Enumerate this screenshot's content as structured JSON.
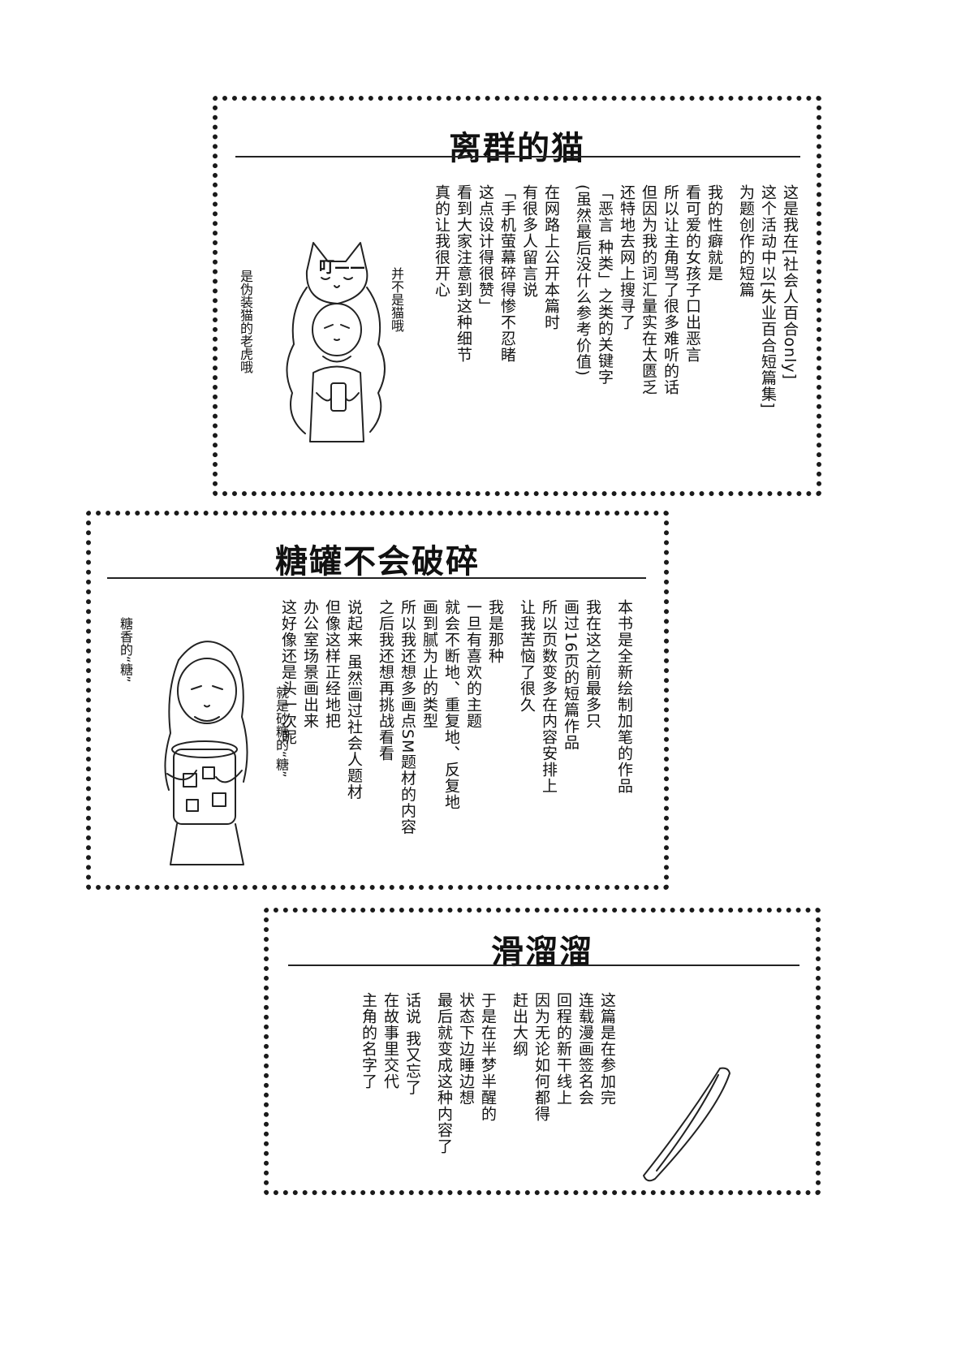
{
  "sections": [
    {
      "title": "离群的猫",
      "columns": [
        [
          "这是我在[社会人百合only]",
          "这个活动中以[失业百合短篇集]",
          "为题创作的短篇"
        ],
        [
          "我的性癖就是",
          "看可爱的女孩子口出恶言",
          "所以让主角骂了很多难听的话",
          "但因为我的词汇量实在太匮乏",
          "还特地去网上搜寻了",
          "「恶言 种类」之类的关键字",
          "(虽然最后没什么参考价值)"
        ],
        [
          "在网路上公开本篇时",
          "有很多人留言说",
          "「手机萤幕碎得惨不忍睹",
          "这点设计得很赞」",
          "看到大家注意到这种细节",
          "真的让我很开心"
        ]
      ],
      "illustration": {
        "sfx": "叮——",
        "note_right": "并不是猫哦",
        "note_left": "是伪装猫的老虎哦"
      }
    },
    {
      "title": "糖罐不会破碎",
      "columns": [
        [
          "本书是全新绘制加笔的作品"
        ],
        [
          "我在这之前最多只",
          "画过16页的短篇作品",
          "所以页数变多在内容安排上",
          "让我苦恼了很久"
        ],
        [
          "我是那种",
          "一旦有喜欢的主题",
          "就会不断地、重复地、反复地",
          "画到腻为止的类型",
          "所以我还想多画点SM题材的内容",
          "之后我还想再挑战看看"
        ],
        [
          "说起来 虽然画过社会人题材",
          "但像这样正经地把",
          "办公室场景画出来",
          "这好像还是头一次呢"
        ]
      ],
      "illustration": {
        "note_a": "糖香的“糖”",
        "note_b": "就是砂糖的“糖”"
      }
    },
    {
      "title": "滑溜溜",
      "columns": [
        [
          "这篇是在参加完",
          "连载漫画签名会",
          "回程的新干线上",
          "因为无论如何都得",
          "赶出大纲"
        ],
        [
          "于是在半梦半醒的",
          "状态下边睡边想",
          "最后就变成这种内容了"
        ],
        [
          "话说 我又忘了",
          "在故事里交代",
          "主角的名字了"
        ]
      ]
    }
  ]
}
